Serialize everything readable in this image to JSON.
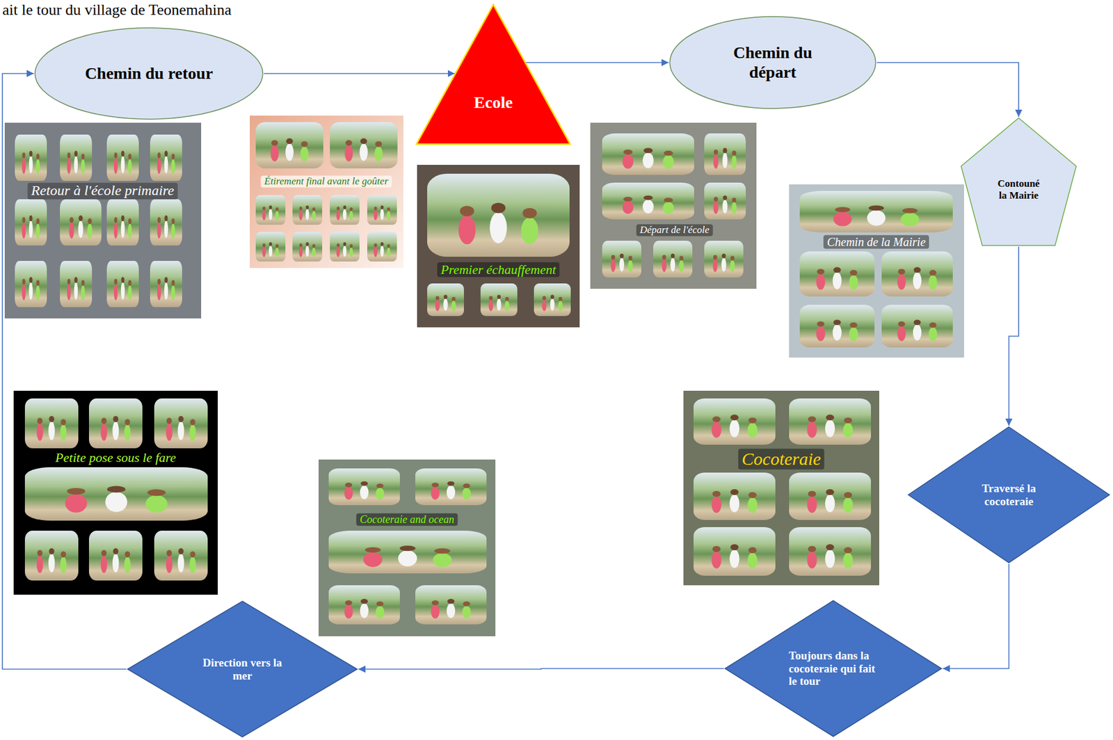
{
  "diagram": {
    "title": "ait le tour du village de Teonemahina",
    "nodes": [
      {
        "text": [
          "Chemin du retour"
        ]
      },
      {
        "text": [
          "Ecole"
        ]
      },
      {
        "text": [
          "Chemin du départ"
        ]
      },
      {
        "text": [
          "Contouné la Mairie"
        ]
      },
      {
        "text": [
          "Traversé la cocoteraie"
        ]
      },
      {
        "text": [
          "Toujours dans la cocoteraie qui fait le tour"
        ]
      },
      {
        "text": [
          "Direction vers la mer"
        ]
      }
    ],
    "edges": [
      {
        "from": 1,
        "to": 2,
        "arrow": "to"
      },
      {
        "from": 2,
        "to": 3,
        "arrow": "to"
      },
      {
        "from": 3,
        "to": 4,
        "arrow": "to"
      },
      {
        "from": 4,
        "to": 5,
        "arrow": "to"
      },
      {
        "from": 5,
        "to": 6,
        "arrow": "to"
      },
      {
        "from": 6,
        "to": 0,
        "arrow": "to"
      },
      {
        "from": 0,
        "to": 1,
        "arrow": "to"
      }
    ],
    "labels": [
      "Retour à l'école primaire",
      "Étirement final avant le goûter",
      "Premier échauffement",
      "Départ de l'école",
      "Chemin de la Mairie",
      "Petite pose sous le fare",
      "Cocoteraie and ocean",
      "Cocoteraie"
    ]
  }
}
